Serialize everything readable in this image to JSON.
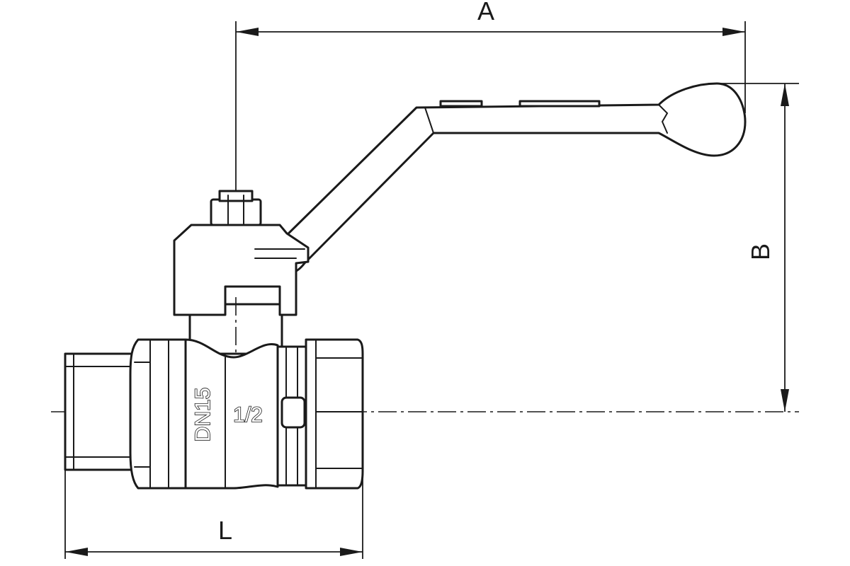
{
  "dimensions": {
    "A": "A",
    "B": "B",
    "L": "L"
  },
  "body_markings": {
    "nominal_diameter": "DN15",
    "thread_size": "1/2"
  },
  "colors": {
    "line": "#1a1a1a",
    "background": "#ffffff"
  }
}
